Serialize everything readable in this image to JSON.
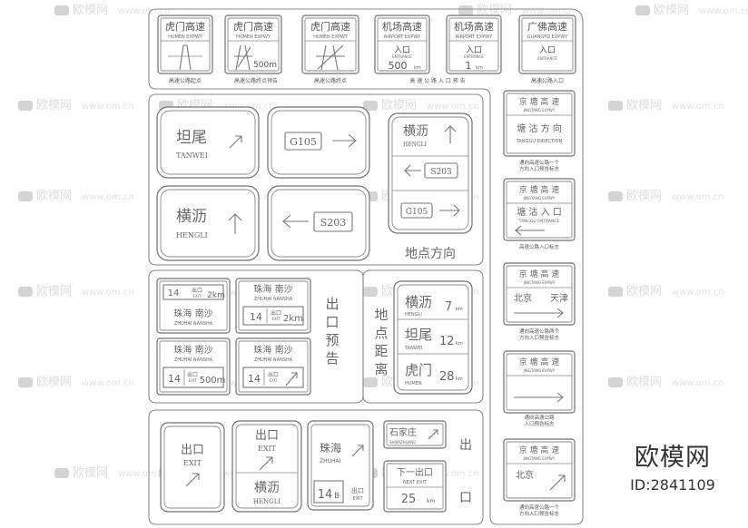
{
  "top_row": {
    "signs": [
      {
        "title": "虎门高速",
        "sub": "HUMEN EXPWY",
        "body": "",
        "unit": ""
      },
      {
        "title": "虎门高速",
        "sub": "HUMEN EXPWY",
        "body": "",
        "unit": "500m"
      },
      {
        "title": "虎门高速",
        "sub": "HUMEN EXPWY",
        "body": "",
        "unit": ""
      },
      {
        "title": "机场高速",
        "sub": "AIRPORT EXPWY",
        "body": "入口",
        "body_en": "ENTRANCE",
        "unit": "500",
        "unit_small": "km"
      },
      {
        "title": "机场高速",
        "sub": "AIRPORT EXPWY",
        "body": "入口",
        "body_en": "ENTRANCE",
        "unit": "1",
        "unit_small": "km"
      },
      {
        "title": "广佛高速",
        "sub": "GUANGFO EXPWY",
        "body": "入口",
        "body_en": "ENTRANCE",
        "unit": "",
        "unit_small": ""
      }
    ],
    "captions": [
      "高速公路起点",
      "高速公路终点预告",
      "高速公路终点",
      "高 速 公 路 入 口 预 告",
      "高速公路入口"
    ]
  },
  "direction_panel": {
    "tanwei": {
      "cn": "坦尾",
      "en": "TANWEI"
    },
    "hengli": {
      "cn": "横沥",
      "en": "HENGLI"
    },
    "g105": "G105",
    "s203": "S203",
    "right_sign": {
      "cn": "横沥",
      "en": "HENGLI",
      "s203": "S203",
      "g105": "G105"
    },
    "label": "地点方向"
  },
  "right_column": {
    "signs": [
      {
        "title": "京  塘  高  速",
        "sub": "JINGTANG EXPWY",
        "l1": "塘 沽 方 向",
        "l2": "TANGGU DIRECTION"
      },
      {
        "title": "京  塘  高  速",
        "sub": "JINGTANG EXPWY",
        "l1": "塘 沽 入 口",
        "l2": "TANGGU ENTRANCE"
      },
      {
        "title": "京  塘  高  速",
        "sub": "JINGTANG EXPWY",
        "l1": "北京",
        "l2": "天津"
      },
      {
        "title": "京  塘  高  速",
        "sub": "JINGTANG EXPWY",
        "l1": "",
        "l2": ""
      },
      {
        "title": "京  塘  高  速",
        "sub": "JINGTANG EXPWY",
        "l1": "北京",
        "l2": ""
      }
    ],
    "captions": [
      [
        "通向高速公路一个",
        "方向入口预告标志"
      ],
      [
        "高速公路入口标志"
      ],
      [
        "通向高速公路两个",
        "方向入口预告标志"
      ],
      [
        "通向高速公路",
        "入口预告标志"
      ],
      [
        "通向高速公路一个",
        "方向入口预告标志"
      ]
    ]
  },
  "exit_panel": {
    "signs": [
      {
        "num": "14",
        "exit_cn": "出口",
        "exit_en": "EXIT",
        "dist": "2km",
        "names": "",
        "names_en": ""
      },
      {
        "num": "14",
        "exit_cn": "出口",
        "exit_en": "EXIT",
        "dist": "2km",
        "names": "珠海  南沙",
        "names_en": "ZHUHAI  NANSHA"
      },
      {
        "num": "14",
        "exit_cn": "出口",
        "exit_en": "EXIT",
        "dist": "500m",
        "names": "珠海  南沙",
        "names_en": "ZHUHAI  NANSHA"
      },
      {
        "num": "14",
        "exit_cn": "出口",
        "exit_en": "EXIT",
        "dist": "",
        "names": "珠海  南沙",
        "names_en": "ZHUHAI  NANSHA"
      }
    ],
    "first_names": "珠海  南沙",
    "first_names_en": "ZHUHAI  NANSHA",
    "label": "出口预告"
  },
  "distance_panel": {
    "rows": [
      {
        "cn": "横沥",
        "en": "HENGLI",
        "num": "7",
        "unit": "km"
      },
      {
        "cn": "坦尾",
        "en": "TANWEI",
        "num": "12",
        "unit": "km"
      },
      {
        "cn": "虎门",
        "en": "HUMEN",
        "num": "28",
        "unit": "km"
      }
    ],
    "label": "地点距离"
  },
  "bottom_panel": {
    "exit1": {
      "cn": "出口",
      "en": "EXIT"
    },
    "exit2": {
      "cn": "出口",
      "en": "EXIT",
      "place": "横沥",
      "place_en": "HENGLI"
    },
    "zhuhai": {
      "cn": "珠海",
      "en": "ZHUHAI",
      "num": "14",
      "sub": "B",
      "exit_cn": "出口",
      "exit_en": "EXIT"
    },
    "shijiazhuang": {
      "cn": "石家庄",
      "en": "SHIJIAZHUANG"
    },
    "next_exit": {
      "cn": "下一出口",
      "en": "NEXT EXIT",
      "num": "25",
      "unit": "km"
    },
    "label": "出口"
  },
  "watermark": {
    "text": "欧模网",
    "url": "www.om.cn"
  },
  "brand": {
    "logo": "欧模网",
    "id": "ID:2841109"
  }
}
